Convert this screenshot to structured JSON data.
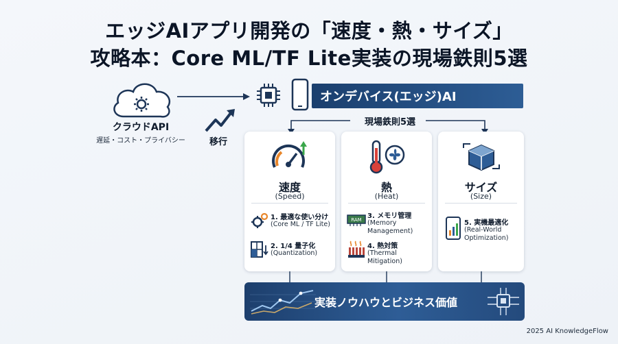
{
  "title": {
    "line1": "エッジAIアプリ開発の「速度・熱・サイズ」",
    "line2": "攻略本：Core ML/TF Lite実装の現場鉄則5選"
  },
  "cloud": {
    "label": "クラウドAPI",
    "sub": "遅延・コスト・プライバシー",
    "icon": "cloud-gear-icon"
  },
  "migrate": {
    "label": "移行",
    "icon": "trend-arrow-icon"
  },
  "ondevice": {
    "label": "オンデバイス(エッジ)AI"
  },
  "rules_label": "現場鉄則5選",
  "cards": [
    {
      "title": "速度",
      "sub": "(Speed)",
      "icon": "speedometer-icon",
      "items": [
        {
          "title": "1. 最適な使い分け",
          "desc": "(Core ML / TF Lite)",
          "icon": "gears-icon"
        },
        {
          "title": "2. 1/4 量子化",
          "desc": "(Quantization)",
          "icon": "grid-compress-icon"
        }
      ]
    },
    {
      "title": "熱",
      "sub": "(Heat)",
      "icon": "thermometer-fan-icon",
      "items": [
        {
          "title": "3. メモリ管理",
          "desc": "(Memory",
          "desc2": "Management)",
          "icon": "ram-icon",
          "ram_text": "RAM"
        },
        {
          "title": "4. 熱対策",
          "desc": "(Thermal",
          "desc2": "Mitigation)",
          "icon": "heatsink-icon"
        }
      ]
    },
    {
      "title": "サイズ",
      "sub": "(Size)",
      "icon": "box-resize-icon",
      "items": [
        {
          "title": "5. 実機最適化",
          "desc": "(Real-World",
          "desc2": "Optimization)",
          "icon": "phone-chart-icon"
        }
      ]
    }
  ],
  "bottom": {
    "label": "実装ノウハウとビジネス価値"
  },
  "footer": "2025 AI KnowledgeFlow",
  "colors": {
    "navy": "#1b3f6e",
    "accent_blue": "#2e5d96",
    "orange": "#e8862a",
    "green": "#3aa64a"
  }
}
